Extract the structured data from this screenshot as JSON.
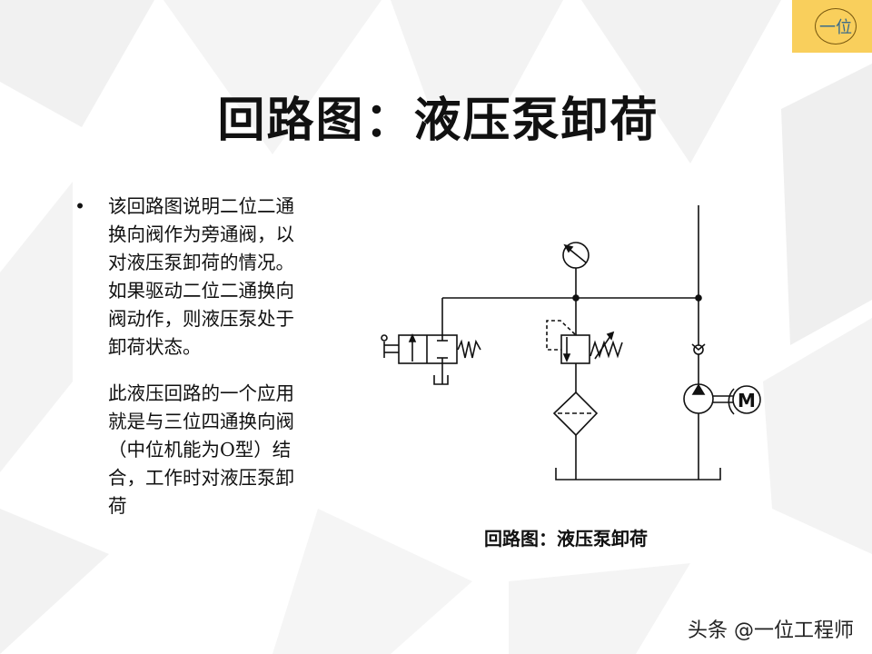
{
  "title": "回路图：液压泵卸荷",
  "bullet": {
    "text": "该回路图说明二位二通换向阀作为旁通阀，以对液压泵卸荷的情况。如果驱动二位二通换向阀动作，则液压泵处于卸荷状态。",
    "text2": "此液压回路的一个应用就是与三位四通换向阀（中位机能为O型）结合，工作时对液压泵卸荷"
  },
  "diagram": {
    "caption": "回路图：液压泵卸荷",
    "motor_label": "M"
  },
  "badge": "一位",
  "watermark": "头条 @一位工程师"
}
